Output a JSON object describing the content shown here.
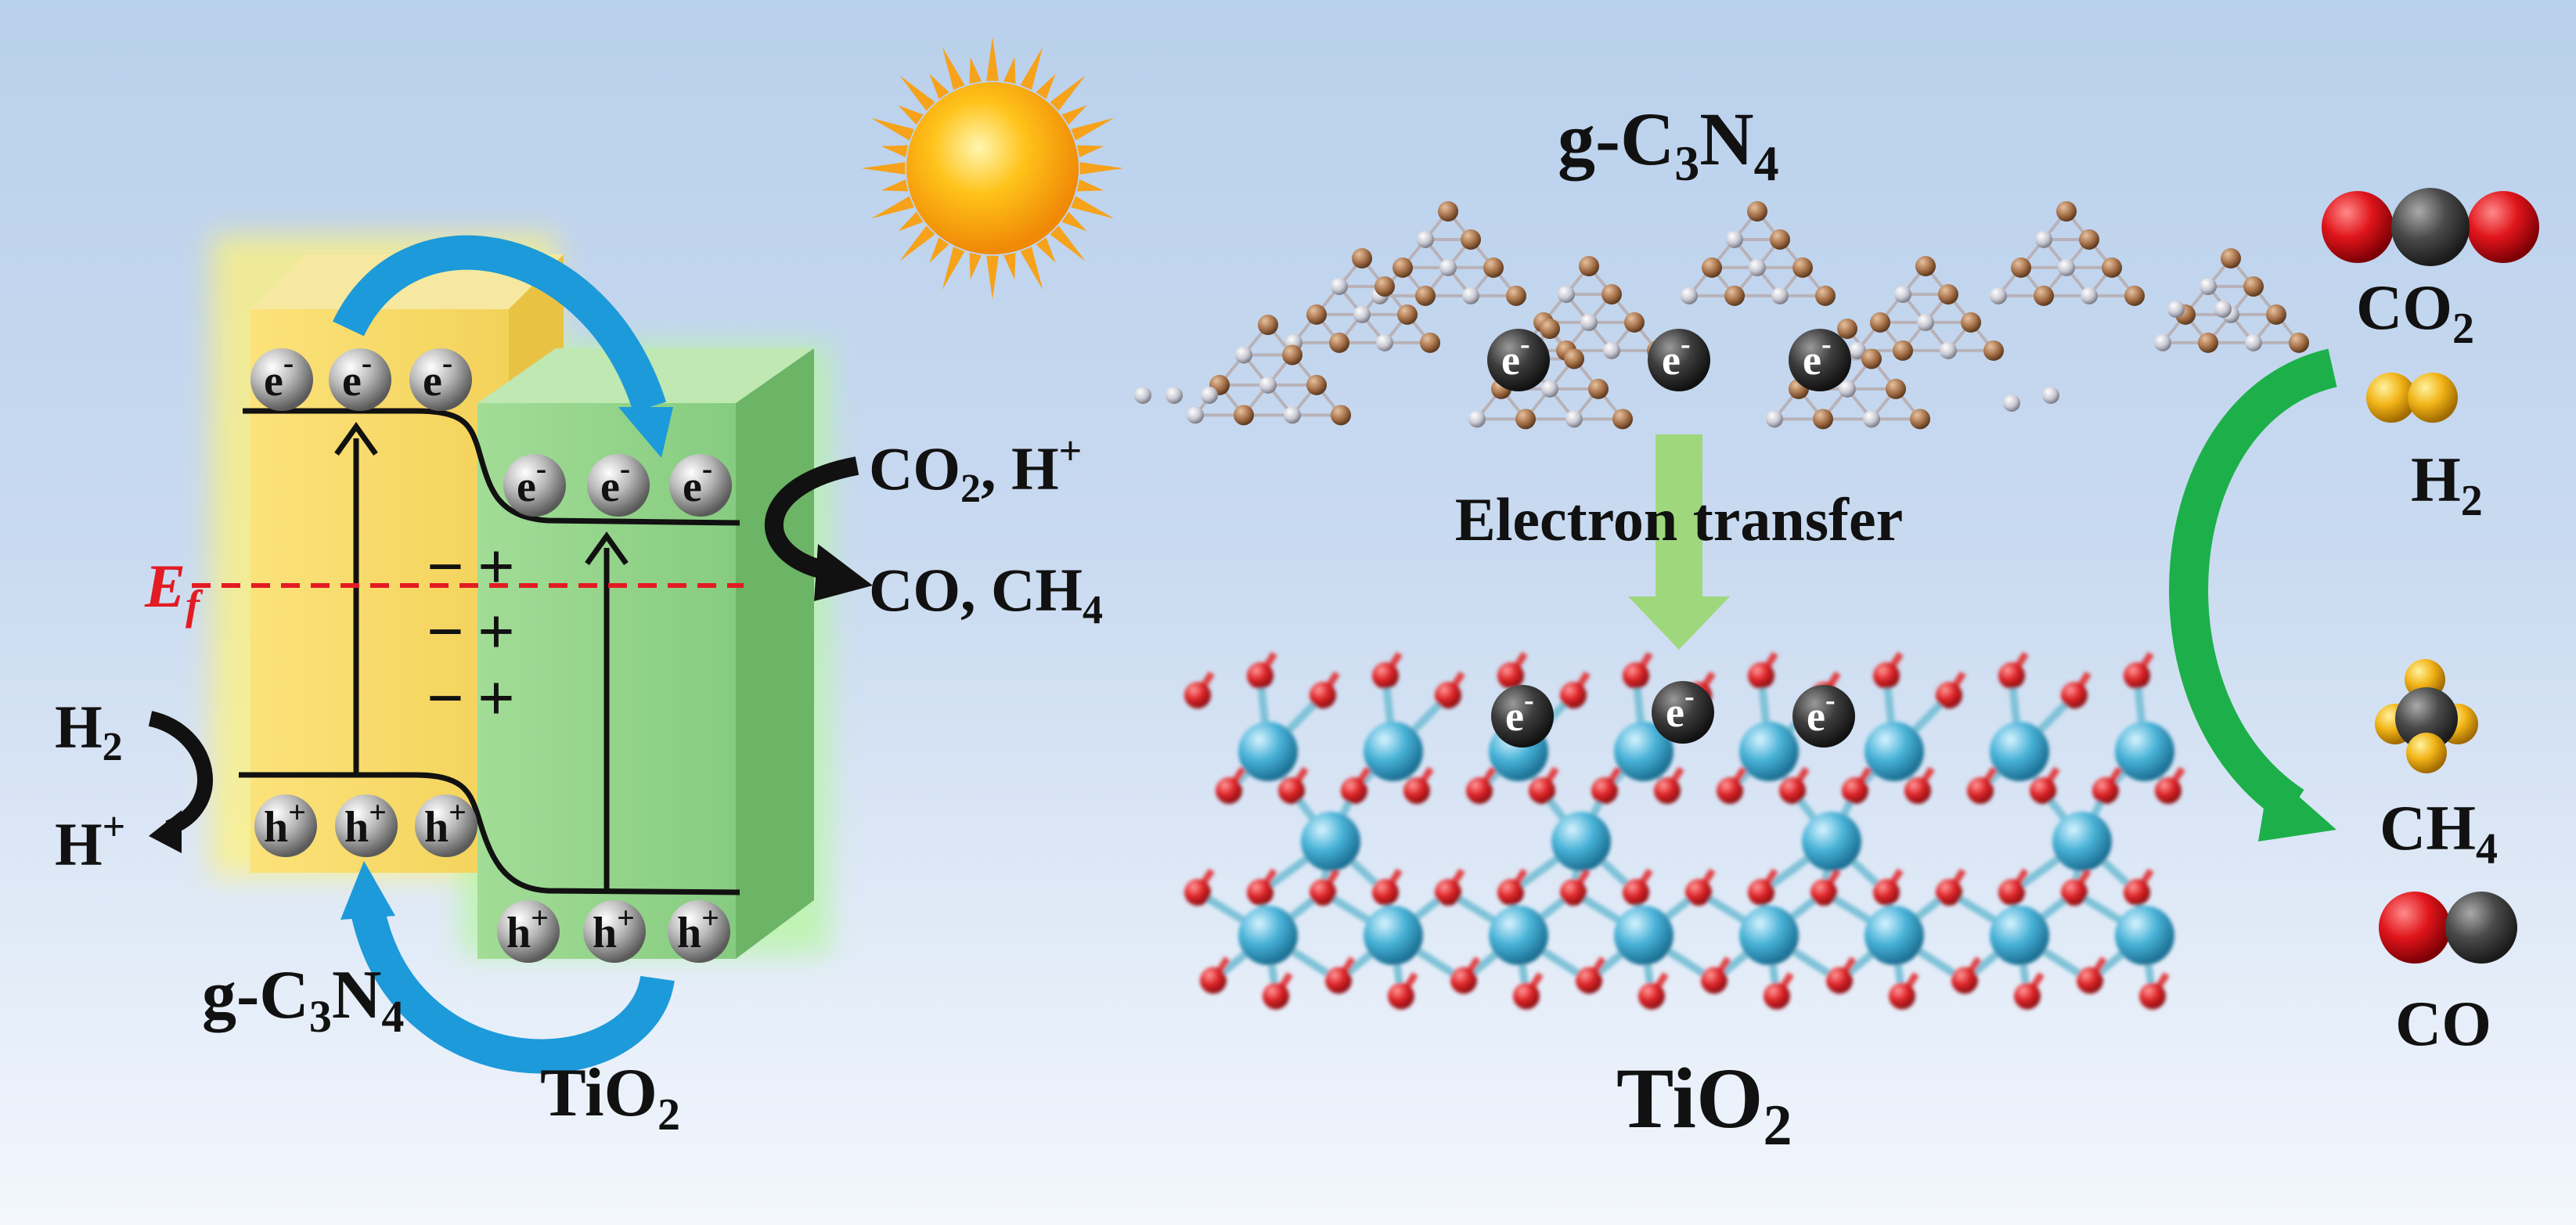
{
  "background": {
    "top": "#b9d0ec",
    "bottom": "#f3f7fd"
  },
  "colors": {
    "yellow_block": "#f7de6f",
    "green_block": "#8fd18a",
    "blue_arrow": "#1d9ad9",
    "green_arrow": "#1db04a",
    "fermi_red": "#e31b23",
    "oxygen": "#e0262a",
    "carbon": "#4a4a4a",
    "hydrogen": "#f2b418",
    "ti_atom": "#49b3d8",
    "cn_carbon": "#a57048"
  },
  "icons": [
    "sun-icon",
    "electron-icon",
    "hole-icon",
    "co2-molecule-icon",
    "h2-molecule-icon",
    "ch4-molecule-icon",
    "co-molecule-icon"
  ],
  "band_diagram": {
    "electron": "e",
    "electron_charge": "-",
    "hole": "h",
    "hole_charge": "+",
    "fermi_E": "E",
    "fermi_sub": "f",
    "minus": "−",
    "plus": "+",
    "h2_label": "H",
    "h2_sub": "2",
    "hplus_label": "H",
    "hplus_sup": "+",
    "left_material": {
      "a": "g-C",
      "b": "3",
      "c": "N",
      "d": "4"
    },
    "right_material": {
      "a": "TiO",
      "b": "2"
    },
    "reactant": {
      "a": "CO",
      "b": "2",
      "c": ", H",
      "d": "+"
    },
    "product": {
      "a": "CO, CH",
      "b": "4"
    }
  },
  "structure": {
    "top_material": {
      "a": "g-C",
      "b": "3",
      "c": "N",
      "d": "4"
    },
    "transfer_label": "Electron transfer",
    "bottom_material": {
      "a": "TiO",
      "b": "2"
    }
  },
  "molecules": {
    "co2": {
      "a": "CO",
      "b": "2"
    },
    "h2": {
      "a": "H",
      "b": "2"
    },
    "ch4": {
      "a": "CH",
      "b": "4"
    },
    "co": "CO"
  }
}
